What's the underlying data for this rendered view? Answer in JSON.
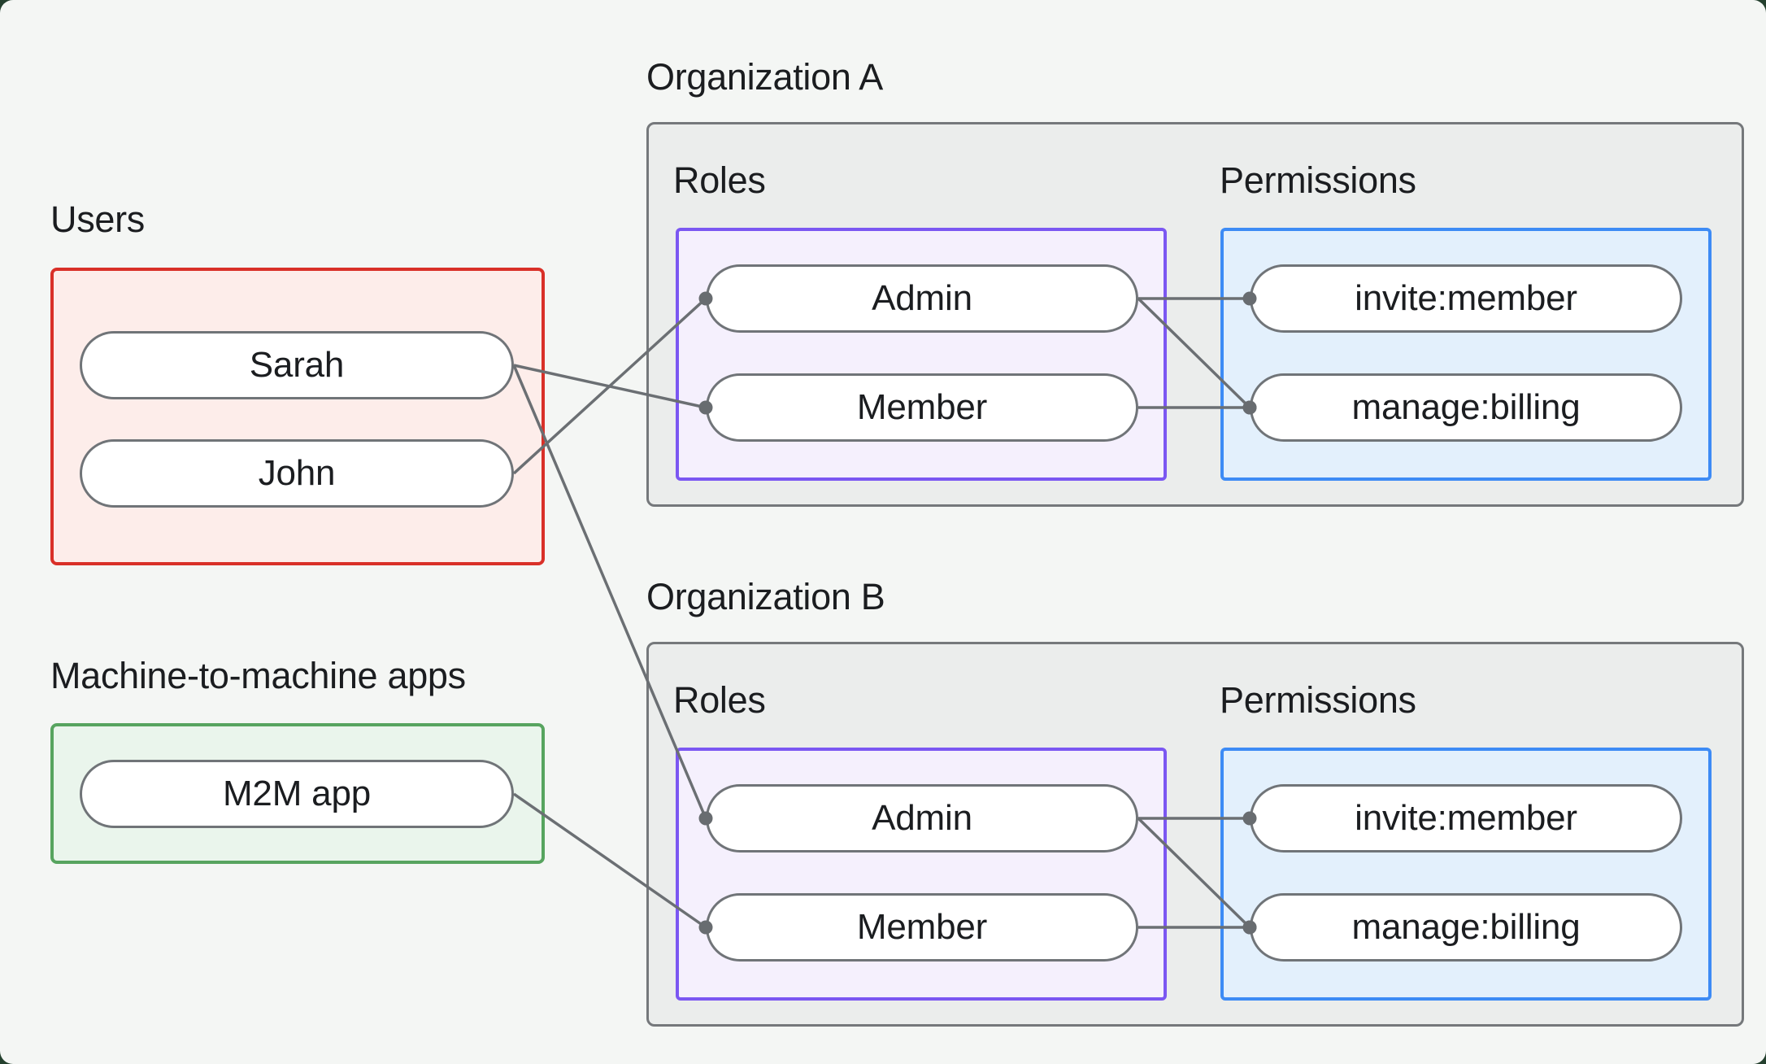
{
  "users_section": {
    "title": "Users",
    "items": [
      {
        "id": "user-sarah",
        "label": "Sarah"
      },
      {
        "id": "user-john",
        "label": "John"
      }
    ]
  },
  "m2m_section": {
    "title": "Machine-to-machine apps",
    "items": [
      {
        "id": "app-m2m",
        "label": "M2M app"
      }
    ]
  },
  "organizations": [
    {
      "title": "Organization A",
      "roles_label": "Roles",
      "permissions_label": "Permissions",
      "roles": [
        {
          "id": "orgA-admin",
          "label": "Admin"
        },
        {
          "id": "orgA-member",
          "label": "Member"
        }
      ],
      "permissions": [
        {
          "id": "orgA-invite",
          "label": "invite:member"
        },
        {
          "id": "orgA-billing",
          "label": "manage:billing"
        }
      ]
    },
    {
      "title": "Organization B",
      "roles_label": "Roles",
      "permissions_label": "Permissions",
      "roles": [
        {
          "id": "orgB-admin",
          "label": "Admin"
        },
        {
          "id": "orgB-member",
          "label": "Member"
        }
      ],
      "permissions": [
        {
          "id": "orgB-invite",
          "label": "invite:member"
        },
        {
          "id": "orgB-billing",
          "label": "manage:billing"
        }
      ]
    }
  ],
  "edges": [
    {
      "from": "user-sarah",
      "to": "orgA-member"
    },
    {
      "from": "user-john",
      "to": "orgA-admin"
    },
    {
      "from": "user-sarah",
      "to": "orgB-admin"
    },
    {
      "from": "app-m2m",
      "to": "orgB-member"
    },
    {
      "from": "orgA-admin",
      "to": "orgA-invite"
    },
    {
      "from": "orgA-admin",
      "to": "orgA-billing"
    },
    {
      "from": "orgA-member",
      "to": "orgA-billing"
    },
    {
      "from": "orgB-admin",
      "to": "orgB-invite"
    },
    {
      "from": "orgB-admin",
      "to": "orgB-billing"
    },
    {
      "from": "orgB-member",
      "to": "orgB-billing"
    }
  ],
  "colors": {
    "canvas_bg": "#f4f6f4",
    "outer_bg": "#24402e",
    "text": "#1b1d20",
    "org_box_bg": "#ebedec",
    "org_box_border": "#75787b",
    "users_box_bg": "#fdedea",
    "users_box_border": "#d93028",
    "m2m_box_bg": "#eaf5ec",
    "m2m_box_border": "#57a45f",
    "roles_box_bg": "#f5f0fd",
    "roles_box_border": "#7b57f2",
    "permissions_box_bg": "#e3f0fc",
    "permissions_box_border": "#3d8bf5",
    "pill_bg": "#ffffff",
    "pill_border": "#707478",
    "line": "#6b6f73",
    "dot": "#686c70"
  }
}
